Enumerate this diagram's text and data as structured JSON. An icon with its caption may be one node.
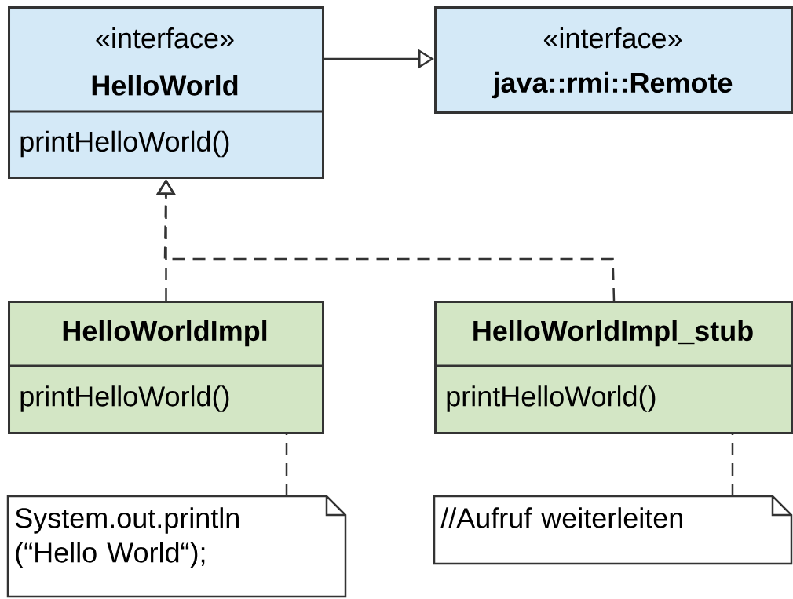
{
  "diagram": {
    "nodes": [
      {
        "text": [
          "«interface»",
          "HelloWorld",
          "printHelloWorld()"
        ]
      },
      {
        "text": [
          "«interface»",
          "java::rmi::Remote"
        ]
      },
      {
        "text": [
          "HelloWorldImpl",
          "printHelloWorld()"
        ]
      },
      {
        "text": [
          "HelloWorldImpl_stub",
          "printHelloWorld()"
        ]
      },
      {
        "text": [
          "System.out.println (“Hello World“);"
        ]
      },
      {
        "text": [
          "//Aufruf weiterleiten"
        ]
      }
    ],
    "edges": [
      {
        "from": 0,
        "to": 1,
        "arrow": "to"
      },
      {
        "from": 2,
        "to": 0,
        "arrow": "to",
        "style": "dashed"
      },
      {
        "from": 3,
        "to": 0,
        "arrow": "to",
        "style": "dashed"
      },
      {
        "from": 4,
        "to": 2,
        "arrow": "none",
        "style": "dashed"
      },
      {
        "from": 5,
        "to": 3,
        "arrow": "none",
        "style": "dashed"
      }
    ]
  }
}
